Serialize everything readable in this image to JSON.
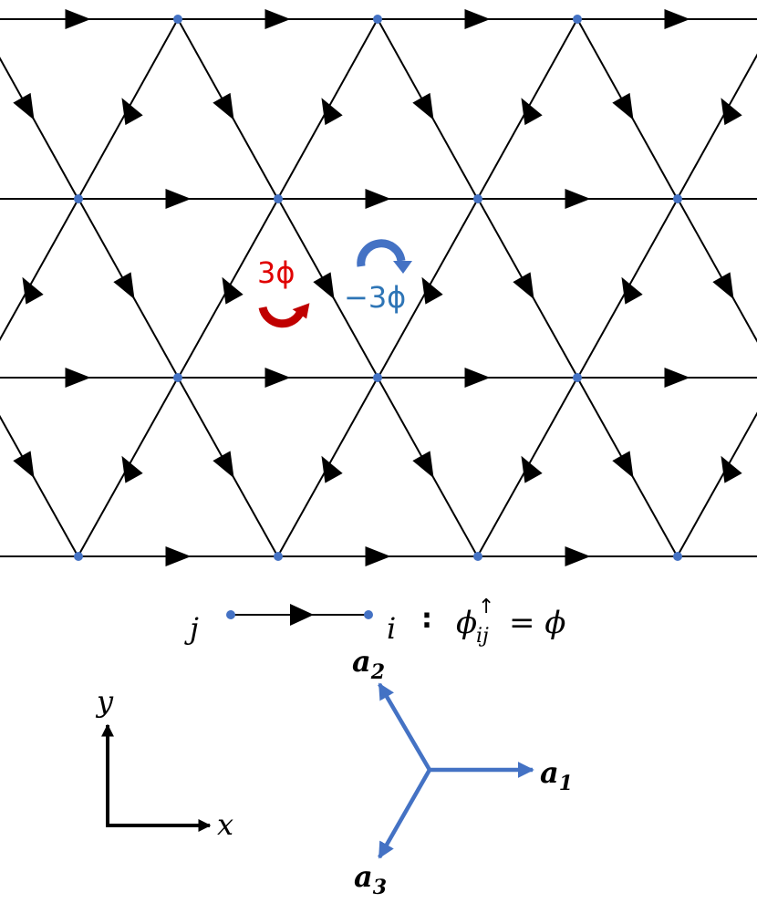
{
  "colors": {
    "line": "#000000",
    "node": "#4472C4",
    "vector": "#4472C4",
    "flux_positive": "#C00000",
    "flux_negative": "#2E75B6"
  },
  "flux": {
    "positive_label": "3ϕ",
    "negative_label": "−3ϕ"
  },
  "legend": {
    "from_label": "j",
    "to_label": "i",
    "separator": ":",
    "phase_symbol": "ϕ",
    "phase_sub": "ij",
    "phase_sup": "↑",
    "equals_label": "= ϕ"
  },
  "axes": {
    "x_label": "x",
    "y_label": "y"
  },
  "lattice_vectors": {
    "a1_base": "a",
    "a1_sub": "1",
    "a2_base": "a",
    "a2_sub": "2",
    "a3_base": "a",
    "a3_sub": "3"
  }
}
